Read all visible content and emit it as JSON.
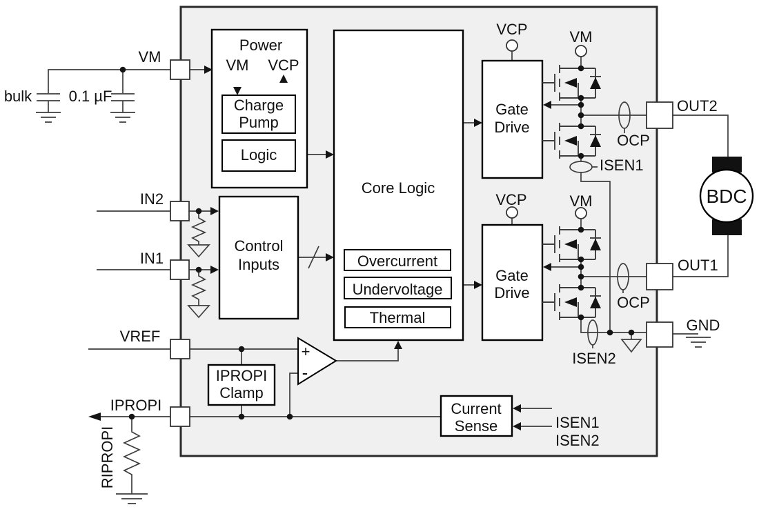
{
  "colors": {
    "chip_fill": "#f0f0f0",
    "block_fill": "#ffffff",
    "line": "#3d3d3d",
    "text": "#111111"
  },
  "external": {
    "bulk_cap_label": "bulk",
    "bypass_cap_label": "0.1 µF",
    "ripropi_label": "RIPROPI",
    "motor_label": "BDC"
  },
  "pins": {
    "vm": "VM",
    "in2": "IN2",
    "in1": "IN1",
    "vref": "VREF",
    "ipropi": "IPROPI",
    "out2": "OUT2",
    "out1": "OUT1",
    "gnd": "GND"
  },
  "power_block": {
    "title": "Power",
    "vm_label": "VM",
    "vcp_label": "VCP",
    "charge_pump_line1": "Charge",
    "charge_pump_line2": "Pump",
    "logic_label": "Logic"
  },
  "core_logic": {
    "title": "Core Logic",
    "monitor1": "Overcurrent",
    "monitor2": "Undervoltage",
    "monitor3": "Thermal"
  },
  "control_inputs": {
    "line1": "Control",
    "line2": "Inputs"
  },
  "ipropi_clamp": {
    "line1": "IPROPI",
    "line2": "Clamp"
  },
  "comparator": {
    "plus": "+",
    "minus": "-"
  },
  "current_sense": {
    "line1": "Current",
    "line2": "Sense",
    "isen1_label": "ISEN1",
    "isen2_label": "ISEN2"
  },
  "half_bridge_a": {
    "vcp_label": "VCP",
    "vm_label": "VM",
    "gate_drive_line1": "Gate",
    "gate_drive_line2": "Drive",
    "ocp_label": "OCP",
    "isen_label": "ISEN1"
  },
  "half_bridge_b": {
    "vcp_label": "VCP",
    "vm_label": "VM",
    "gate_drive_line1": "Gate",
    "gate_drive_line2": "Drive",
    "ocp_label": "OCP",
    "isen_label": "ISEN2"
  }
}
